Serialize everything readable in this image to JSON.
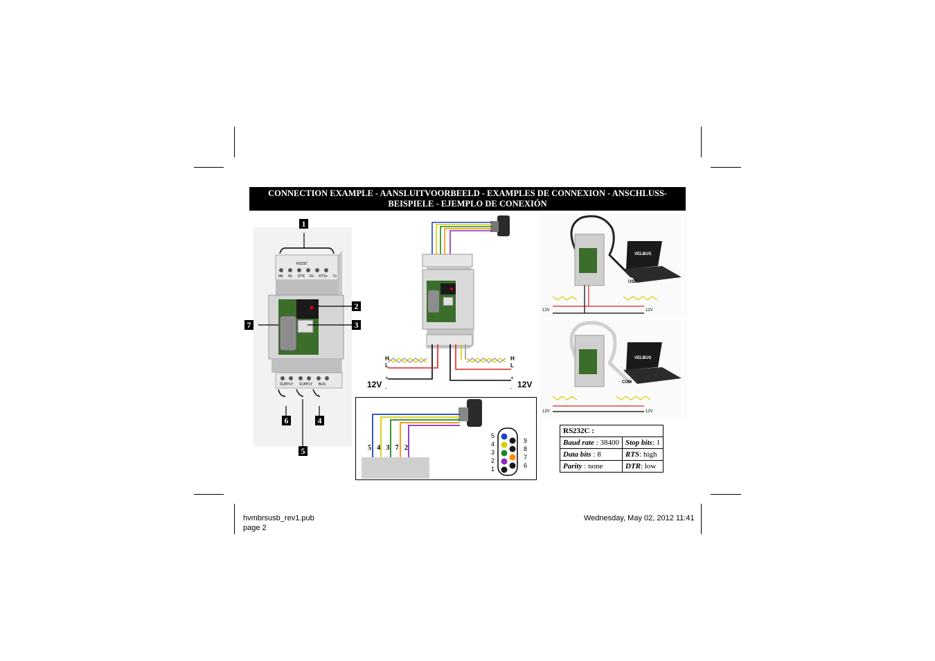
{
  "title": {
    "line1": "CONNECTION EXAMPLE - AANSLUITVOORBEELD - EXAMPLES DE CONNEXION - ANSCHLUSS-",
    "line2": "BEISPIELE - EJEMPLO DE CONEXIÓN"
  },
  "device": {
    "top_label": "RS232",
    "top_terminals": [
      "Mb",
      "NL",
      "DTR",
      "Rx",
      "RTS+",
      "Tx"
    ],
    "bottom_terminals": [
      "SUPPLY",
      "SUPPLY",
      "BUS"
    ]
  },
  "callouts": [
    "1",
    "2",
    "3",
    "4",
    "5",
    "6",
    "7"
  ],
  "wiring": {
    "bus_h": "H",
    "bus_l": "L",
    "plus": "+",
    "minus": "-",
    "voltage": "12V",
    "pins_top": [
      "5",
      "4",
      "3",
      "7",
      "2"
    ],
    "connector_left": [
      "5",
      "4",
      "3",
      "2",
      "1"
    ],
    "connector_right": [
      "9",
      "8",
      "7",
      "6"
    ],
    "wire_colors": [
      "#1f3fc8",
      "#d8cf00",
      "#1a8a1a",
      "#ff8c00",
      "#8a2ab8"
    ]
  },
  "pc_examples": {
    "usb_label": "USB",
    "com_label": "COM",
    "logo": "VELBUS"
  },
  "rs232": {
    "title": "RS232C :",
    "rows": [
      {
        "k1": "Baud rate",
        "v1": " : 38400",
        "k2": "Stop bits",
        "v2": ": 1"
      },
      {
        "k1": "Data bits",
        "v1": " : 8",
        "k2": "RTS",
        "v2": ": high"
      },
      {
        "k1": "Parity",
        "v1": " : none",
        "k2": "DTR",
        "v2": ": low"
      }
    ]
  },
  "footer": {
    "file": "hvmbrsusb_rev1.pub",
    "page": "page 2",
    "date": "Wednesday, May 02, 2012 11:41"
  }
}
